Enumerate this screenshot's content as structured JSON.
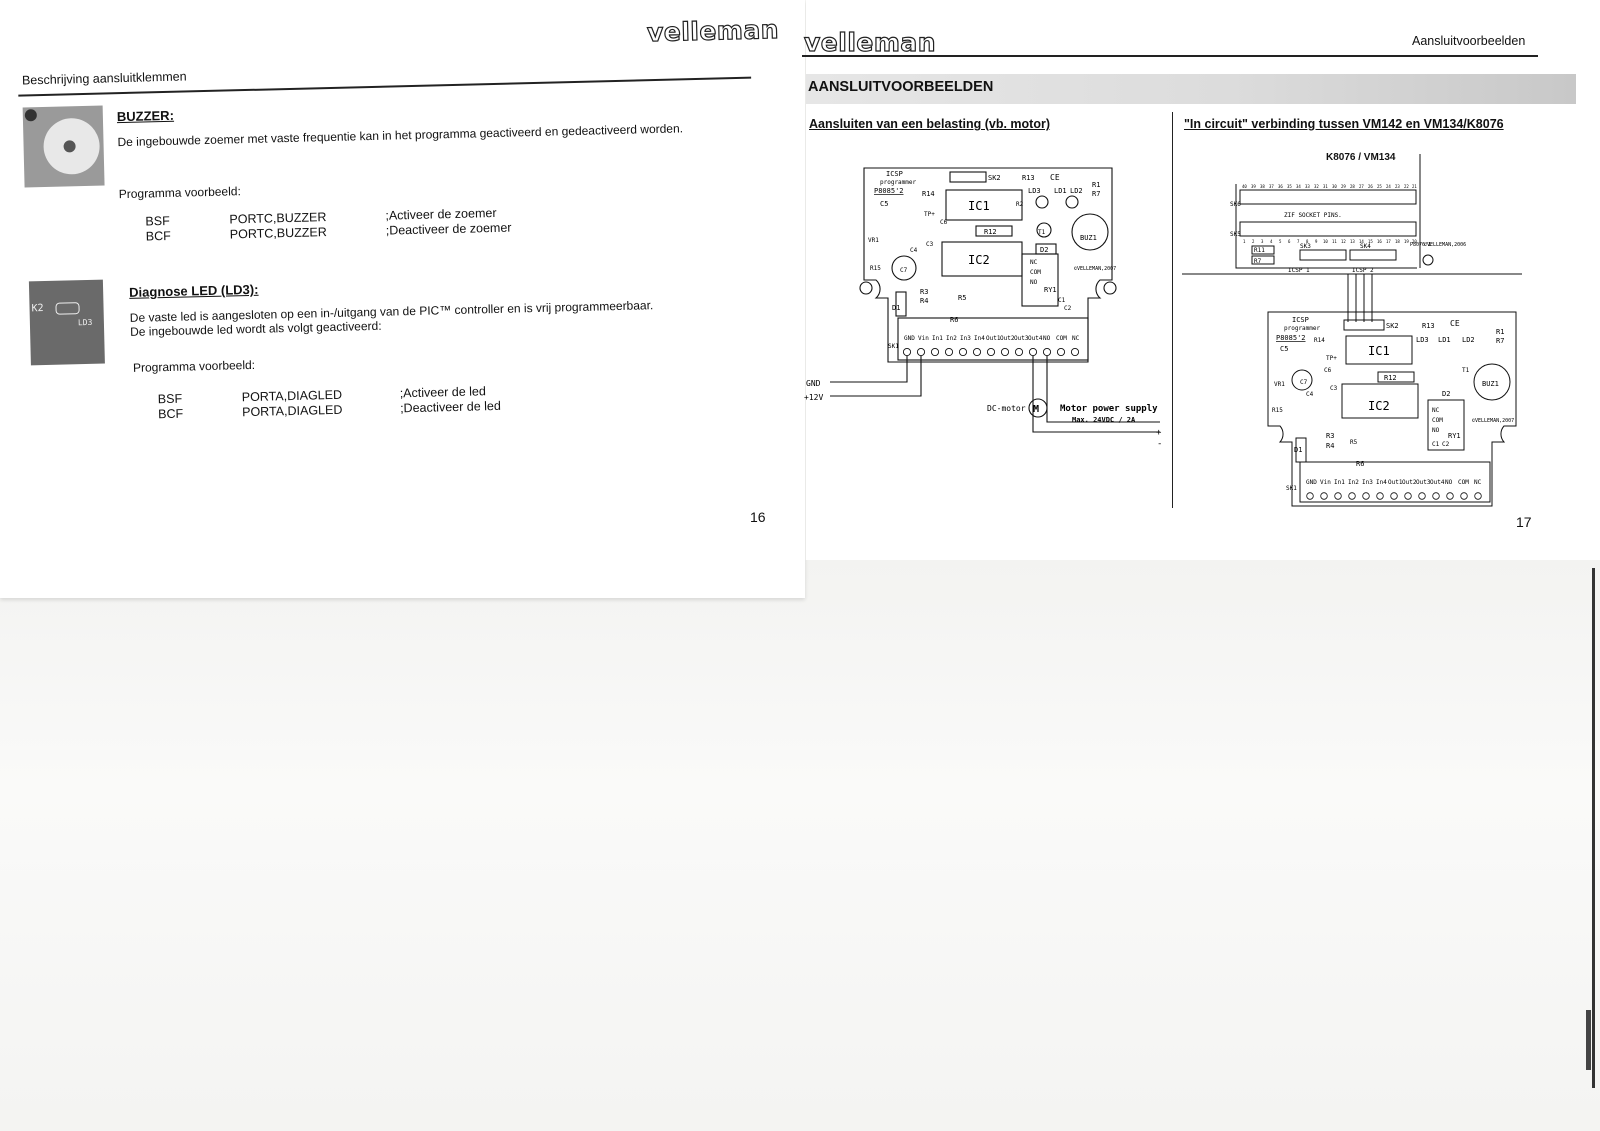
{
  "left_page": {
    "header_text": "Beschrijving aansluitklemmen",
    "logo": "velleman",
    "buzzer": {
      "title": "BUZZER:",
      "description": "De ingebouwde zoemer met vaste frequentie kan in het programma geactiveerd en gedeactiveerd worden.",
      "example_label": "Programma voorbeeld:",
      "rows": [
        {
          "instr": "BSF",
          "operand": "PORTC,BUZZER",
          "comment": ";Activeer de zoemer"
        },
        {
          "instr": "BCF",
          "operand": "PORTC,BUZZER",
          "comment": ";Deactiveer de zoemer"
        }
      ]
    },
    "diag_led": {
      "title": "Diagnose LED (LD3):",
      "description_line1": "De vaste led is aangesloten op een in-/uitgang van de PIC™ controller en is vrij programmeerbaar.",
      "description_line2": "De ingebouwde led wordt als volgt geactiveerd:",
      "example_label": "Programma voorbeeld:",
      "rows": [
        {
          "instr": "BSF",
          "operand": "PORTA,DIAGLED",
          "comment": ";Activeer de led"
        },
        {
          "instr": "BCF",
          "operand": "PORTA,DIAGLED",
          "comment": ";Deactiveer de led"
        }
      ],
      "thumb_labels": [
        "K2",
        "LD3"
      ]
    },
    "page_number": "16"
  },
  "right_page": {
    "logo": "velleman",
    "header_text": "Aansluitvoorbeelden",
    "section_title": "AANSLUITVOORBEELDEN",
    "left_column": {
      "title": "Aansluiten van een belasting (vb. motor)",
      "wire_labels": {
        "gnd": "GND",
        "v12": "+12V"
      },
      "motor_label": "DC-motor",
      "motor_symbol": "M",
      "supply_title": "Motor power supply",
      "supply_spec": "Max. 24VDC / 2A",
      "plus": "+",
      "minus": "-"
    },
    "right_column": {
      "title": "\"In circuit\" verbinding tussen VM142 en VM134/K8076",
      "board_title": "K8076 / VM134",
      "zif_label": "ZIF SOCKET PINS.",
      "side_labels": [
        "SK6",
        "SK5"
      ],
      "right_side": [
        "P8076'1",
        "©VELLEMAN,2006"
      ],
      "parts": [
        "R11",
        "R7",
        "SK3",
        "SK4",
        "ICSP 1",
        "ICSP 2"
      ],
      "top_pin_numbers": [
        "40",
        "39",
        "38",
        "37",
        "36",
        "35",
        "34",
        "33",
        "32",
        "31",
        "30",
        "29",
        "28",
        "27",
        "26",
        "25",
        "24",
        "23",
        "22",
        "21"
      ],
      "bottom_pin_numbers": [
        "1",
        "2",
        "3",
        "4",
        "5",
        "6",
        "7",
        "8",
        "9",
        "10",
        "11",
        "12",
        "13",
        "14",
        "15",
        "16",
        "17",
        "18",
        "19",
        "20"
      ]
    },
    "pcb": {
      "icsp": "ICSP",
      "programmer": "programmer",
      "p8085": "P8085'2",
      "sk2": "SK2",
      "r13": "R13",
      "ce": "CE",
      "r14": "R14",
      "ic1": "IC1",
      "ld3": "LD3",
      "ld1": "LD1",
      "ld2": "LD2",
      "r1": "R1",
      "r7": "R7",
      "c5": "C5",
      "tp": "TP+",
      "r2": "R2",
      "t1": "T1",
      "buz1": "BUZ1",
      "vr1": "VR1",
      "c6": "C6",
      "r12": "R12",
      "c4": "C4",
      "c3": "C3",
      "d2": "D2",
      "ic2": "IC2",
      "c7": "C7",
      "r15": "R15",
      "r3": "R3",
      "r4": "R4",
      "r5": "R5",
      "ry1": "RY1",
      "d1": "D1",
      "r6": "R6",
      "sk1": "SK1",
      "c1": "C1",
      "c2": "C2",
      "copyright": "©VELLEMAN,2007",
      "terminals": [
        "GND",
        "Vin",
        "In1",
        "In2",
        "In3",
        "In4",
        "Out1",
        "Out2",
        "Out3",
        "Out4",
        "NO",
        "COM",
        "NC"
      ],
      "relay_pins": [
        "NC",
        "COM",
        "NO"
      ]
    },
    "page_number": "17"
  }
}
